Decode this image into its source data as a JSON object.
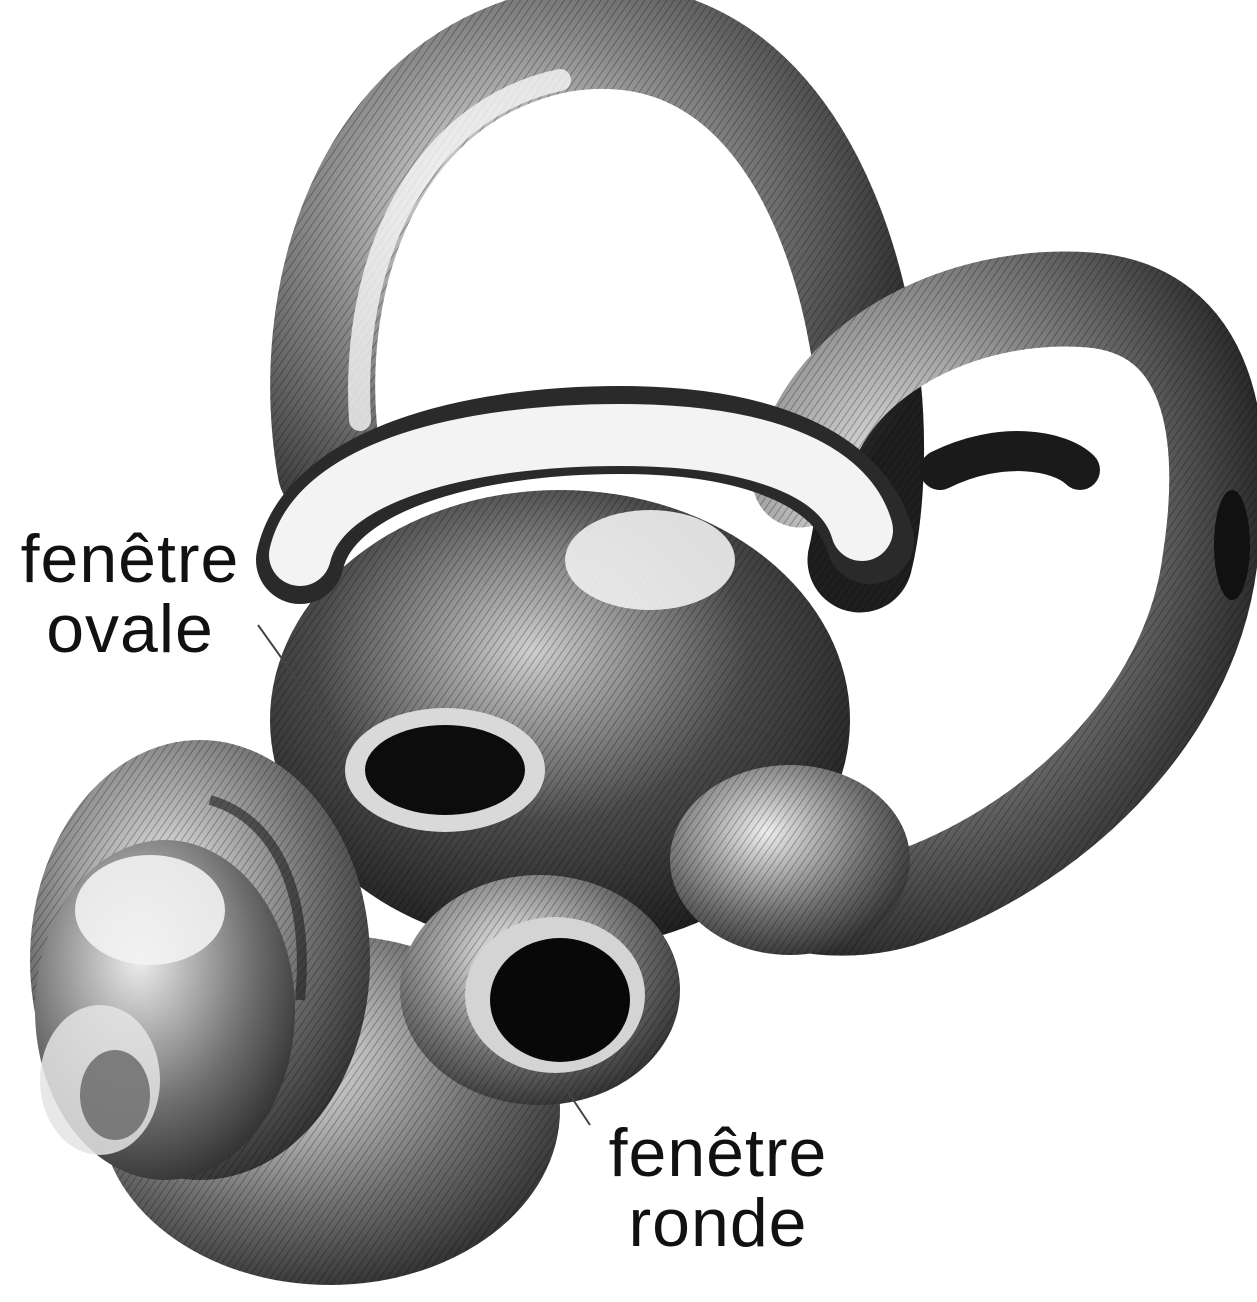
{
  "labels": {
    "oval_window": {
      "line1": "fenêtre",
      "line2": "ovale"
    },
    "round_window": {
      "line1": "fenêtre",
      "line2": "ronde"
    }
  },
  "colors": {
    "background": "#ffffff",
    "ink": "#111111",
    "shade_dark": "#1a1a1a",
    "shade_mid": "#6a6a6a",
    "shade_light": "#d8d8d8"
  }
}
